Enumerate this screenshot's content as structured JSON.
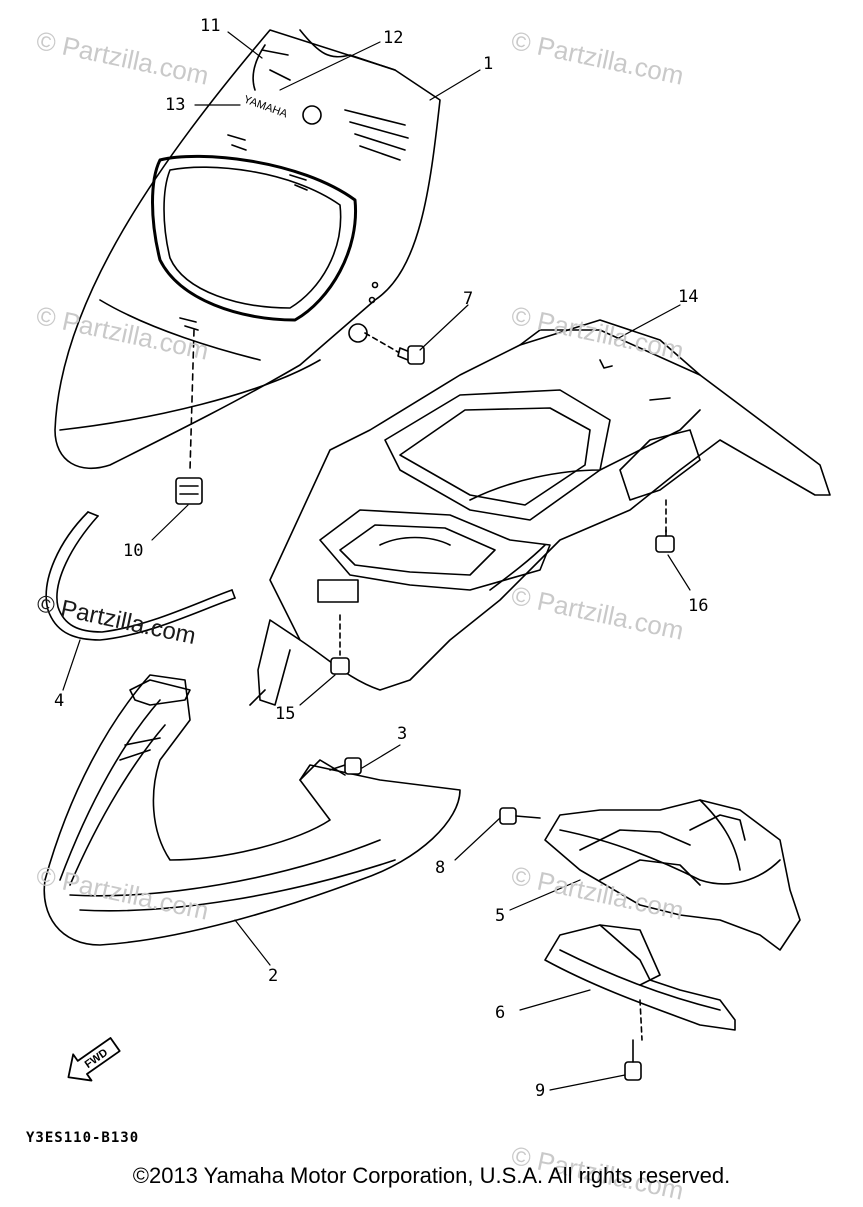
{
  "diagram": {
    "callouts": {
      "c1": "1",
      "c2": "2",
      "c3": "3",
      "c4": "4",
      "c5": "5",
      "c6": "6",
      "c7": "7",
      "c8": "8",
      "c9": "9",
      "c10": "10",
      "c11": "11",
      "c12": "12",
      "c13": "13",
      "c14": "14",
      "c15": "15",
      "c16": "16"
    },
    "emblem_text": "YAMAHA",
    "fwd_label": "FWD",
    "diagram_code": "Y3ES110-B130",
    "copyright": "©2013 Yamaha Motor Corporation, U.S.A. All rights reserved.",
    "watermark": "© Partzilla.com"
  }
}
